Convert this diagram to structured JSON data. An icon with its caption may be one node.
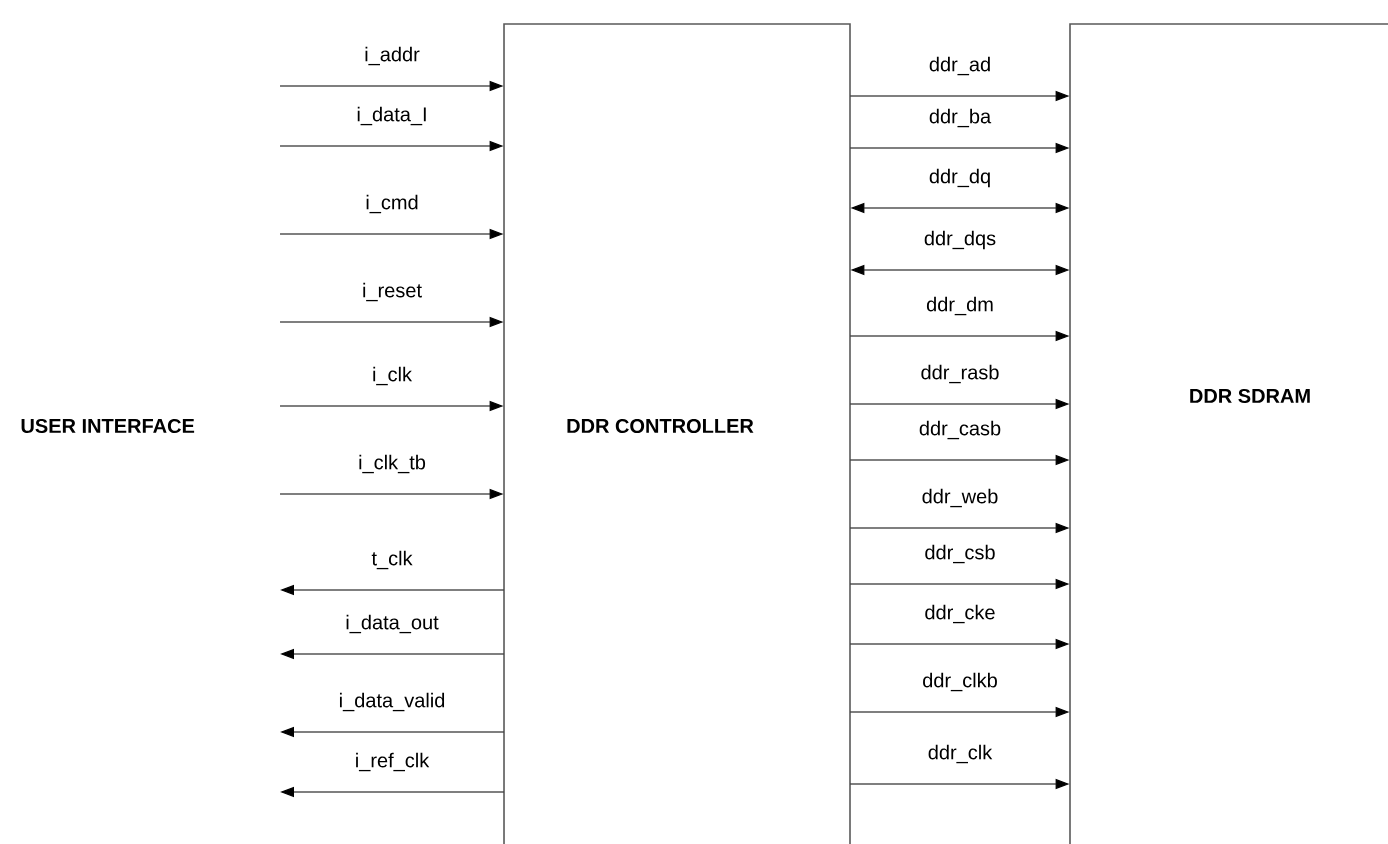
{
  "diagram": {
    "nodes": [
      {
        "text": [
          "DDR CONTROLLER"
        ]
      },
      {
        "text": [
          "DDR SDRAM"
        ]
      }
    ],
    "edges": [
      {
        "from": null,
        "to": 0,
        "arrow": "to",
        "label": "i_addr"
      },
      {
        "from": null,
        "to": 0,
        "arrow": "to",
        "label": "i_data_I"
      },
      {
        "from": null,
        "to": 0,
        "arrow": "to",
        "label": "i_cmd"
      },
      {
        "from": null,
        "to": 0,
        "arrow": "to",
        "label": "i_reset"
      },
      {
        "from": null,
        "to": 0,
        "arrow": "to",
        "label": "i_clk"
      },
      {
        "from": null,
        "to": 0,
        "arrow": "to",
        "label": "i_clk_tb"
      },
      {
        "from": 0,
        "to": null,
        "arrow": "to",
        "label": "t_clk"
      },
      {
        "from": 0,
        "to": null,
        "arrow": "to",
        "label": "i_data_out"
      },
      {
        "from": 0,
        "to": null,
        "arrow": "to",
        "label": "i_data_valid"
      },
      {
        "from": 0,
        "to": null,
        "arrow": "to",
        "label": "i_ref_clk"
      },
      {
        "from": 0,
        "to": 1,
        "arrow": "to",
        "label": "ddr_ad"
      },
      {
        "from": 0,
        "to": 1,
        "arrow": "to",
        "label": "ddr_ba"
      },
      {
        "from": 0,
        "to": 1,
        "arrow": "both",
        "label": "ddr_dq"
      },
      {
        "from": 0,
        "to": 1,
        "arrow": "both",
        "label": "ddr_dqs"
      },
      {
        "from": 0,
        "to": 1,
        "arrow": "to",
        "label": "ddr_dm"
      },
      {
        "from": 0,
        "to": 1,
        "arrow": "to",
        "label": "ddr_rasb"
      },
      {
        "from": 0,
        "to": 1,
        "arrow": "to",
        "label": "ddr_casb"
      },
      {
        "from": 0,
        "to": 1,
        "arrow": "to",
        "label": "ddr_web"
      },
      {
        "from": 0,
        "to": 1,
        "arrow": "to",
        "label": "ddr_csb"
      },
      {
        "from": 0,
        "to": 1,
        "arrow": "to",
        "label": "ddr_cke"
      },
      {
        "from": 0,
        "to": 1,
        "arrow": "to",
        "label": "ddr_clkb"
      },
      {
        "from": 0,
        "to": 1,
        "arrow": "to",
        "label": "ddr_clk"
      }
    ],
    "labels": [
      "USER INTERFACE"
    ]
  }
}
